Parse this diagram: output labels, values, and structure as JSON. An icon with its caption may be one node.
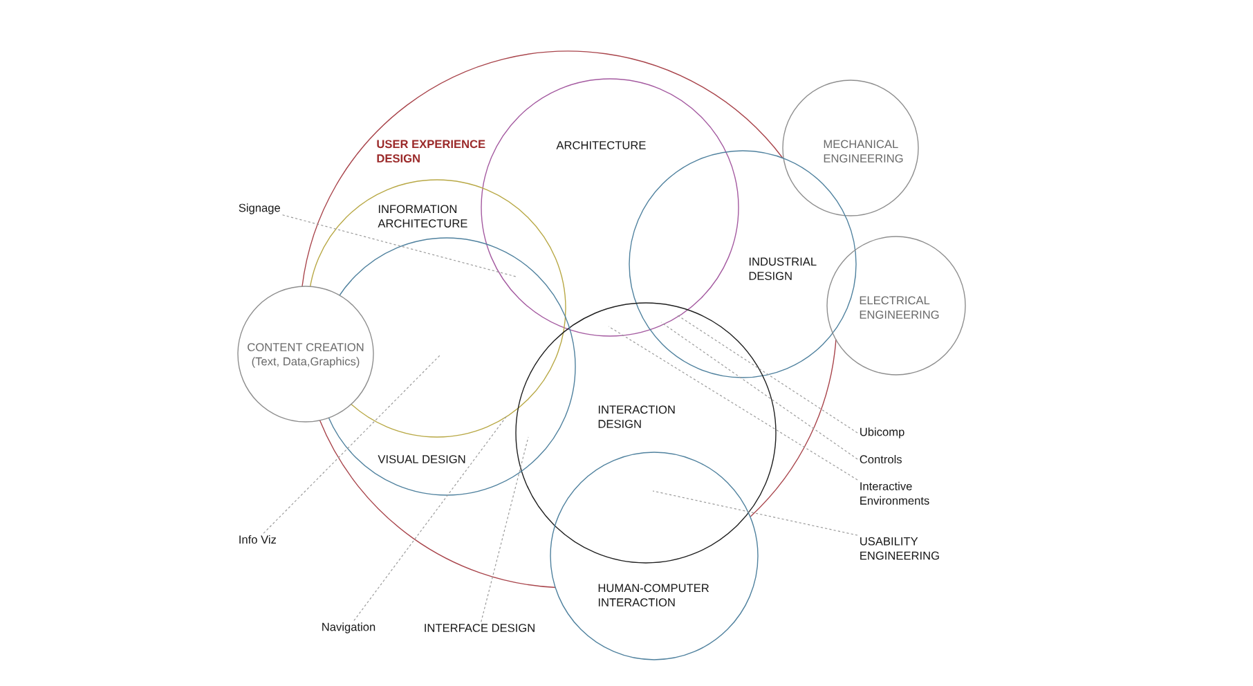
{
  "diagram": {
    "nodes": [
      {
        "text": [
          "USER EXPERIENCE DESIGN"
        ]
      },
      {
        "text": [
          "ARCHITECTURE"
        ],
        "in": 0
      },
      {
        "text": [
          "MECHANICAL ENGINEERING"
        ]
      },
      {
        "text": [
          "INFORMATION ARCHITECTURE"
        ],
        "in": 0
      },
      {
        "text": [
          "INDUSTRIAL DESIGN"
        ]
      },
      {
        "text": [
          "ELECTRICAL ENGINEERING"
        ]
      },
      {
        "text": [
          "CONTENT CREATION",
          "(Text, Data,Graphics)"
        ]
      },
      {
        "text": [
          "INTERACTION DESIGN"
        ],
        "in": 0
      },
      {
        "text": [
          "VISUAL DESIGN"
        ],
        "in": 0
      },
      {
        "text": [
          "HUMAN-COMPUTER INTERACTION"
        ]
      },
      {
        "text": [
          "Signage"
        ]
      },
      {
        "text": [
          "Info Viz"
        ]
      },
      {
        "text": [
          "Navigation"
        ]
      },
      {
        "text": [
          "INTERFACE DESIGN"
        ]
      },
      {
        "text": [
          "Ubicomp"
        ]
      },
      {
        "text": [
          "Controls"
        ]
      },
      {
        "text": [
          "Interactive Environments"
        ]
      },
      {
        "text": [
          "USABILITY ENGINEERING"
        ]
      }
    ],
    "edges": [
      {
        "from": 10,
        "to": 8,
        "arrow": "none",
        "style": "dashed"
      },
      {
        "from": 11,
        "to": 8,
        "arrow": "none",
        "style": "dashed"
      },
      {
        "from": 12,
        "to": 8,
        "arrow": "none",
        "style": "dashed"
      },
      {
        "from": 13,
        "to": 8,
        "arrow": "none",
        "style": "dashed"
      },
      {
        "from": 14,
        "to": 4,
        "arrow": "none",
        "style": "dashed"
      },
      {
        "from": 15,
        "to": 4,
        "arrow": "none",
        "style": "dashed"
      },
      {
        "from": 16,
        "to": 1,
        "arrow": "none",
        "style": "dashed"
      },
      {
        "from": 17,
        "to": 9,
        "arrow": "none",
        "style": "dashed"
      }
    ]
  }
}
